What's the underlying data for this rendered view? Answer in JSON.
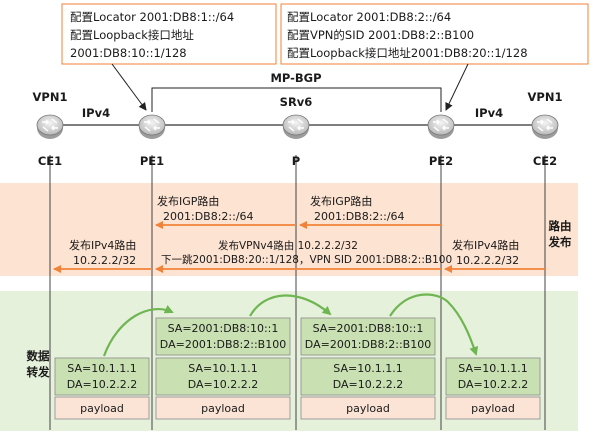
{
  "config_boxes": {
    "pe1": {
      "line1": "配置Locator 2001:DB8:1::/64",
      "line2": "配置Loopback接口地址",
      "line3": "2001:DB8:10::1/128"
    },
    "pe2": {
      "line1": "配置Locator 2001:DB8:2::/64",
      "line2": "配置VPN的SID  2001:DB8:2::B100",
      "line3": "配置Loopback接口地址2001:DB8:20::1/128"
    }
  },
  "links": {
    "mp_bgp": "MP-BGP",
    "ipv4_left": "IPv4",
    "srv6": "SRv6",
    "ipv4_right": "IPv4"
  },
  "nodes": {
    "vpn_left": "VPN1",
    "vpn_right": "VPN1",
    "ce1": "CE1",
    "pe1": "PE1",
    "p": "P",
    "pe2": "PE2",
    "ce2": "CE2"
  },
  "routing": {
    "section_label_line1": "路由",
    "section_label_line2": "发布",
    "igp_p_line1": "发布IGP路由",
    "igp_p_line2": "2001:DB8:2::/64",
    "igp_pe2_line1": "发布IGP路由",
    "igp_pe2_line2": "2001:DB8:2::/64",
    "ipv4_ce2_line1": "发布IPv4路由",
    "ipv4_ce2_line2": "10.2.2.2/32",
    "vpnv4_line1": "发布VPNv4路由 10.2.2.2/32",
    "vpnv4_line2": "下一跳2001:DB8:20::1/128，VPN SID 2001:DB8:2::B100",
    "ipv4_pe1_line1": "发布IPv4路由",
    "ipv4_pe1_line2": "10.2.2.2/32"
  },
  "forwarding": {
    "section_label_line1": "数据",
    "section_label_line2": "转发",
    "pkt1": {
      "sa": "SA=10.1.1.1",
      "da": "DA=10.2.2.2",
      "payload": "payload"
    },
    "pkt2": {
      "outer_sa": "SA=2001:DB8:10::1",
      "outer_da": "DA=2001:DB8:2::B100",
      "sa": "SA=10.1.1.1",
      "da": "DA=10.2.2.2",
      "payload": "payload"
    },
    "pkt3": {
      "outer_sa": "SA=2001:DB8:10::1",
      "outer_da": "DA=2001:DB8:2::B100",
      "sa": "SA=10.1.1.1",
      "da": "DA=10.2.2.2",
      "payload": "payload"
    },
    "pkt4": {
      "sa": "SA=10.1.1.1",
      "da": "DA=10.2.2.2",
      "payload": "payload"
    }
  },
  "colors": {
    "orange_arrow": "#f0833a",
    "routing_band": "#fde3d1",
    "forwarding_band": "#e6f1dc",
    "packet_green": "#c9e1b2",
    "payload_fill": "#fbe4d6",
    "curve_green": "#6fb552",
    "config_border": "#f0833a"
  }
}
